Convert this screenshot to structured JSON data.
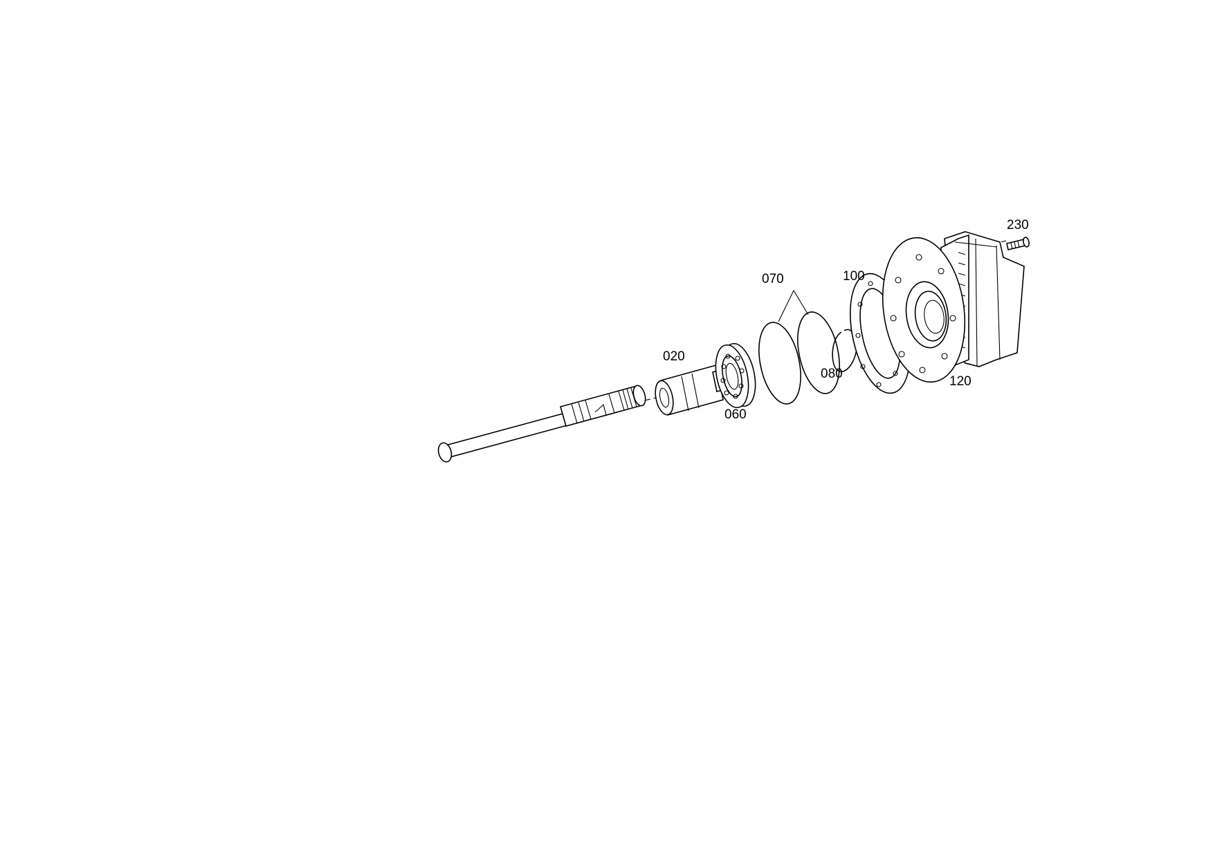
{
  "parts": [
    {
      "id": "020",
      "label": "020"
    },
    {
      "id": "060",
      "label": "060"
    },
    {
      "id": "070",
      "label": "070"
    },
    {
      "id": "080",
      "label": "080"
    },
    {
      "id": "100",
      "label": "100"
    },
    {
      "id": "120",
      "label": "120"
    },
    {
      "id": "230",
      "label": "230"
    }
  ]
}
